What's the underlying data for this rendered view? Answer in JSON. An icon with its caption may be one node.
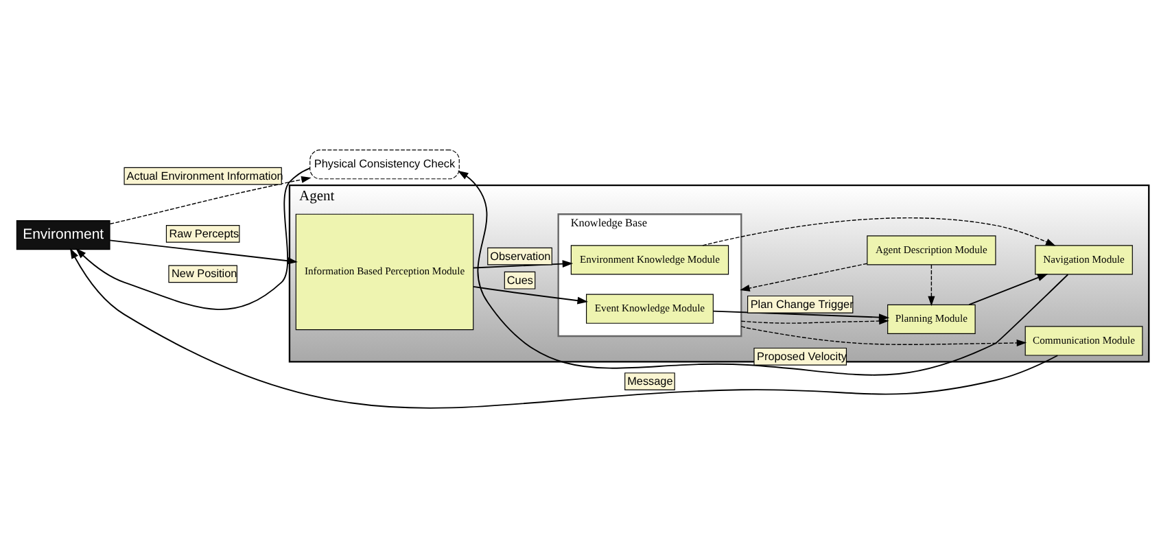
{
  "diagram": {
    "nodes": [
      {
        "text": [
          "Environment"
        ]
      },
      {
        "text": [
          "Physical Consistency Check"
        ]
      },
      {
        "text": [
          "Agent"
        ]
      },
      {
        "text": [
          "Information Based Perception Module"
        ],
        "in": 2
      },
      {
        "text": [
          "Knowledge Base"
        ],
        "in": 2
      },
      {
        "text": [
          "Event Knowledge Module"
        ],
        "in": 4
      },
      {
        "text": [
          "Environment Knowledge Module"
        ],
        "in": 4
      },
      {
        "text": [
          "Agent Description Module"
        ],
        "in": 2
      },
      {
        "text": [
          "Planning Module"
        ],
        "in": 2
      },
      {
        "text": [
          "Navigation Module"
        ],
        "in": 2
      },
      {
        "text": [
          "Communication Module"
        ],
        "in": 2
      }
    ],
    "edges": [
      {
        "from": 1,
        "to": 0,
        "arrow": "to",
        "label": "New Position"
      },
      {
        "from": 0,
        "to": 1,
        "arrow": "to",
        "label": "Actual Environment Information",
        "style": "dashed"
      },
      {
        "from": 9,
        "to": 1,
        "arrow": "to",
        "label": "Proposed Velocity"
      },
      {
        "from": 0,
        "to": 3,
        "arrow": "to",
        "label": "Raw Percepts"
      },
      {
        "from": 3,
        "to": 5,
        "arrow": "to",
        "label": "Cues"
      },
      {
        "from": 3,
        "to": 6,
        "arrow": "to",
        "label": "Observation"
      },
      {
        "from": 7,
        "to": 4,
        "arrow": "to",
        "style": "dashed"
      },
      {
        "from": 7,
        "to": 8,
        "arrow": "to",
        "style": "dashed"
      },
      {
        "from": 5,
        "to": 8,
        "arrow": "to",
        "label": "Plan Change Trigger"
      },
      {
        "from": 4,
        "to": 8,
        "arrow": "to",
        "style": "dashed"
      },
      {
        "from": 8,
        "to": 9,
        "arrow": "to"
      },
      {
        "from": 6,
        "to": 9,
        "arrow": "to",
        "style": "dashed"
      },
      {
        "from": 4,
        "to": 10,
        "arrow": "to",
        "style": "dashed"
      },
      {
        "from": 10,
        "to": 0,
        "arrow": "to",
        "label": "Message"
      }
    ]
  }
}
